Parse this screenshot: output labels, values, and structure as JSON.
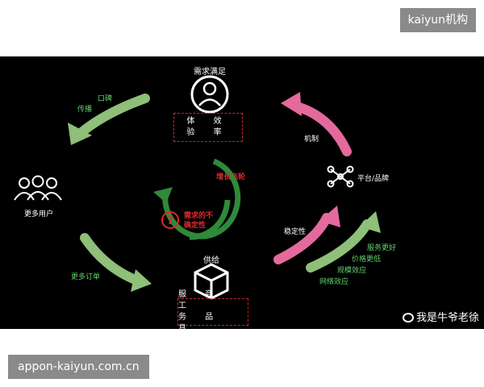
{
  "watermarks": {
    "top": "kaiyun机构",
    "bottom": "appon-kaiyun.com.cn"
  },
  "diagram": {
    "top_node": {
      "title": "需求满足",
      "box_lines": [
        "体  效",
        "验  率"
      ]
    },
    "left_node": {
      "title": "更多用户"
    },
    "right_node": {
      "title": "平台/品牌"
    },
    "bottom_node": {
      "title": "供给",
      "box_lines": [
        "服  商  工",
        "务  品  具"
      ]
    },
    "center": {
      "loop_label": "增长飞轮",
      "uncertainty": [
        "需求的不",
        "确定性"
      ]
    },
    "arrow_labels": {
      "word_of_mouth": "口碑",
      "spread": "传播",
      "more_orders": "更多订单",
      "mechanism": "机制",
      "stability": "稳定性",
      "better_service": "服务更好",
      "lower_price": "价格更低",
      "scale_effect": "规模效应",
      "network_effect": "网络效应"
    },
    "colors": {
      "green_arrow": "#8fbf78",
      "pink_arrow": "#e46a9d",
      "loop_arrow": "#2f8a3a",
      "uncertainty_red": "#e0282a",
      "dashed_box": "#c52a2a"
    }
  },
  "credit": "我是牛爷老徐"
}
